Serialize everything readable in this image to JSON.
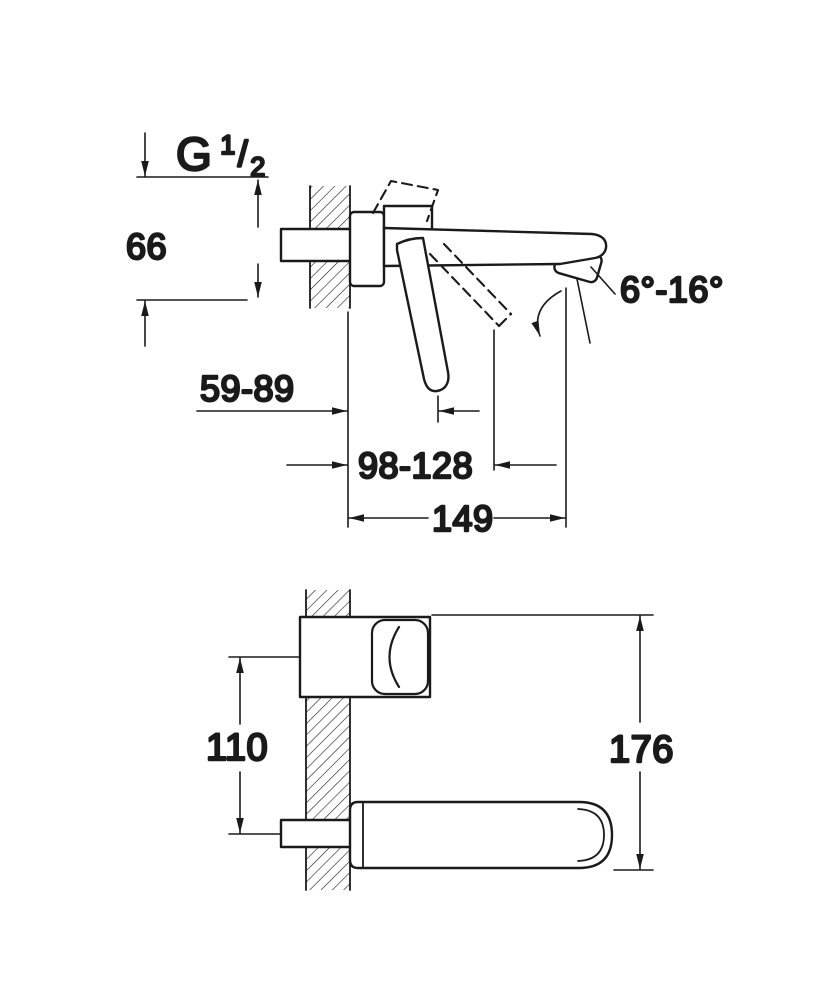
{
  "meta": {
    "ink_color": "#1a1a1a",
    "background_color": "#ffffff"
  },
  "labels": {
    "thread_prefix": "G",
    "thread_numerator": "1",
    "thread_slash": "/",
    "thread_denominator": "2",
    "inlet_offset": "66",
    "spray_angle_range": "6°-16°",
    "lever_projection_closed": "59-89",
    "lever_projection_open": "98-128",
    "spout_projection": "149",
    "inlet_center_distance": "110",
    "overall_height": "176"
  }
}
